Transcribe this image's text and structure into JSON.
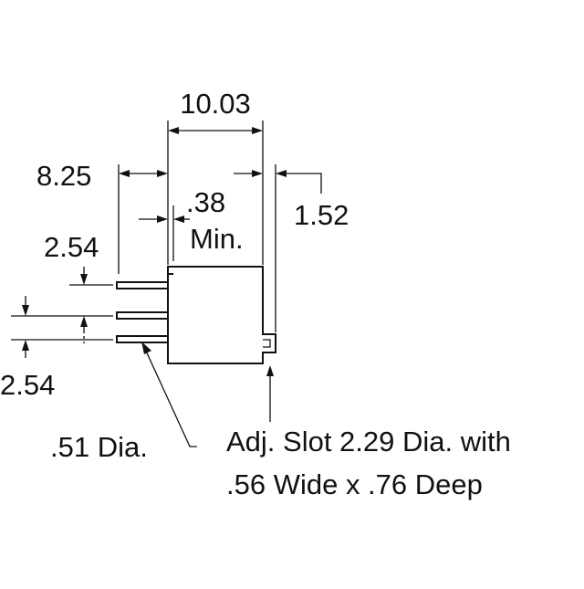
{
  "dimensions": {
    "overall_width": "10.03",
    "pin_to_body": "8.25",
    "standoff": ".38",
    "standoff_note": "Min.",
    "slot_offset": "1.52",
    "pin_pitch_top": "2.54",
    "pin_pitch_bottom": "2.54",
    "pin_diameter": ".51 Dia."
  },
  "notes": {
    "adj_slot_line1": "Adj. Slot 2.29 Dia. with",
    "adj_slot_line2": ".56 Wide x .76 Deep"
  }
}
